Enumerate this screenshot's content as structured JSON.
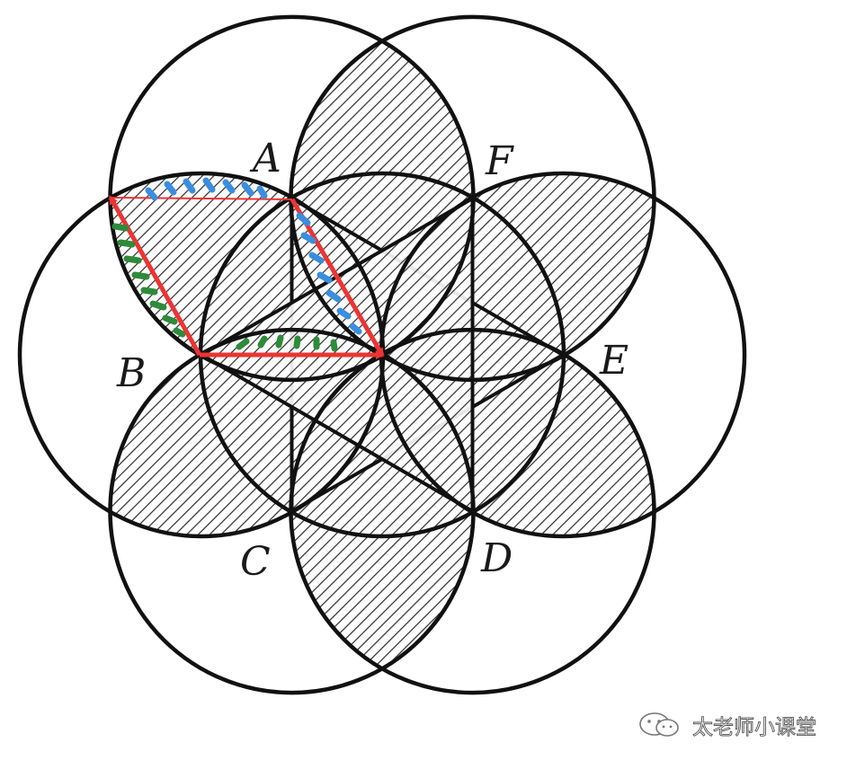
{
  "diagram": {
    "points": [
      {
        "id": "A",
        "label": "A"
      },
      {
        "id": "B",
        "label": "B"
      },
      {
        "id": "C",
        "label": "C"
      },
      {
        "id": "D",
        "label": "D"
      },
      {
        "id": "E",
        "label": "E"
      },
      {
        "id": "F",
        "label": "F"
      }
    ],
    "colors": {
      "outline": "#111111",
      "hatch": "#2b2b2b",
      "arrow": "#ee3333",
      "blue_marks": "#3a8ee0",
      "green_marks": "#2e8b3a"
    }
  },
  "watermark": {
    "icon": "wechat-icon",
    "text": "太老师小课堂"
  }
}
